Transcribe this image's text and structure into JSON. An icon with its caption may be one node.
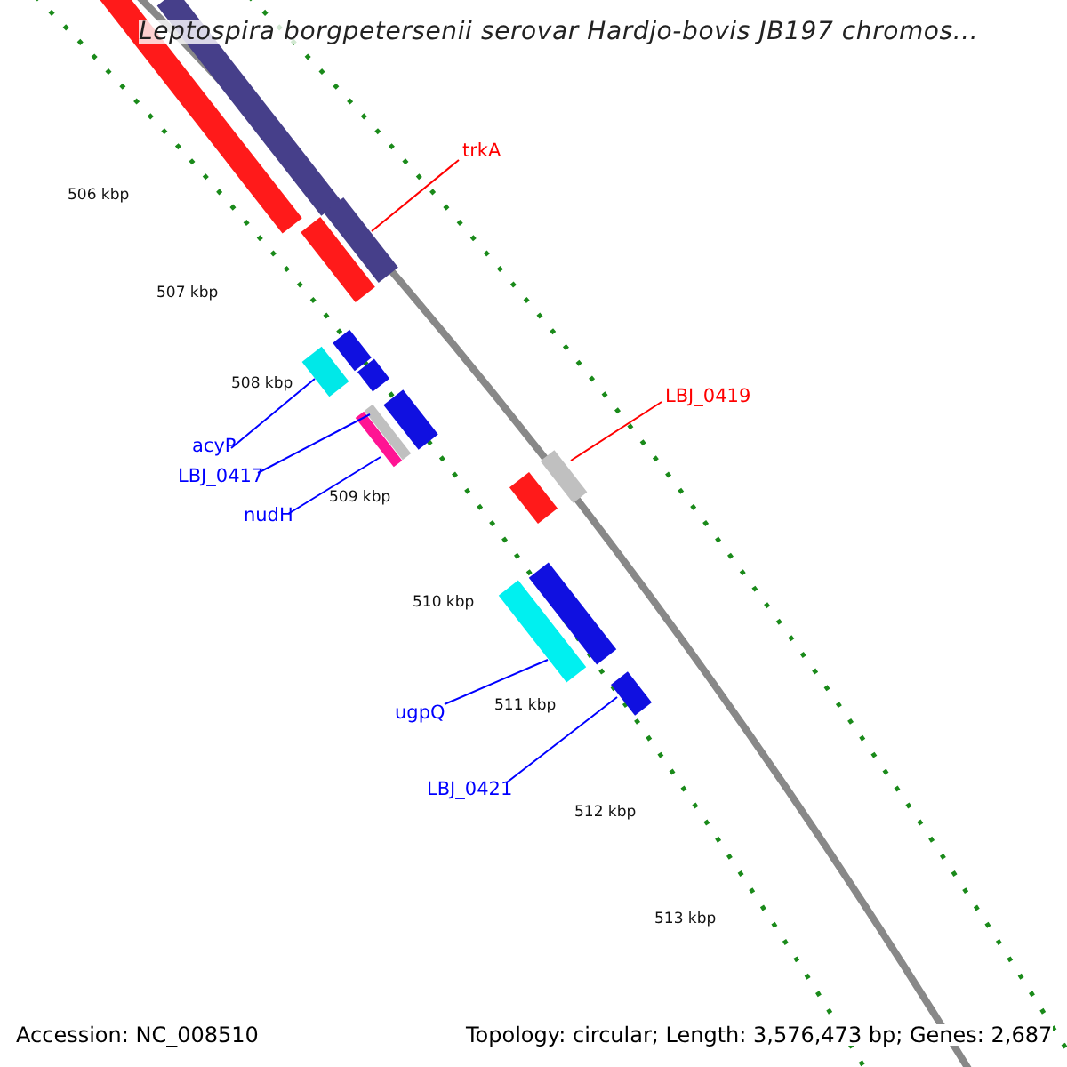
{
  "diagram": {
    "title": "Leptospira borgpetersenii serovar Hardjo-bovis JB197 chromos...",
    "nodes": [
      {
        "text": [
          "trkA"
        ]
      },
      {
        "text": [],
        "shape": "bar"
      },
      {
        "text": [],
        "shape": "bar"
      },
      {
        "text": [],
        "shape": "bar"
      },
      {
        "text": [],
        "shape": "bar"
      },
      {
        "text": [],
        "shape": "bar"
      },
      {
        "text": [],
        "shape": "bar"
      },
      {
        "text": [],
        "shape": "bar"
      },
      {
        "text": [
          "LBJ_0419"
        ]
      },
      {
        "text": [],
        "shape": "bar"
      },
      {
        "text": [],
        "shape": "bar"
      },
      {
        "text": [],
        "shape": "bar"
      },
      {
        "text": [],
        "shape": "bar"
      },
      {
        "text": [
          "acyP"
        ]
      },
      {
        "text": [
          "LBJ_0417"
        ]
      },
      {
        "text": [
          "nudH"
        ]
      },
      {
        "text": [],
        "shape": "bar"
      },
      {
        "text": [],
        "shape": "bar"
      },
      {
        "text": [],
        "shape": "bar"
      },
      {
        "text": [],
        "shape": "bar"
      },
      {
        "text": [
          "ugpQ"
        ]
      },
      {
        "text": [
          "LBJ_0421"
        ]
      }
    ],
    "edges": [
      {
        "from": 0,
        "to": 3,
        "arrow": "none",
        "color": "#ff0000"
      },
      {
        "from": 8,
        "to": 9,
        "arrow": "none",
        "color": "#ff0000"
      },
      {
        "from": 13,
        "to": 6,
        "arrow": "none"
      },
      {
        "from": 14,
        "to": 11,
        "arrow": "none"
      },
      {
        "from": 15,
        "to": 12,
        "arrow": "none"
      },
      {
        "from": 20,
        "to": 18,
        "arrow": "none"
      },
      {
        "from": 21,
        "to": 19,
        "arrow": "none"
      }
    ],
    "labels": [
      "506 kbp",
      "507 kbp",
      "508 kbp",
      "509 kbp",
      "510 kbp",
      "511 kbp",
      "512 kbp",
      "513 kbp",
      "Accession: NC_008510",
      "Topology: circular; Length: 3,576,473 bp; Genes: 2,687"
    ]
  }
}
